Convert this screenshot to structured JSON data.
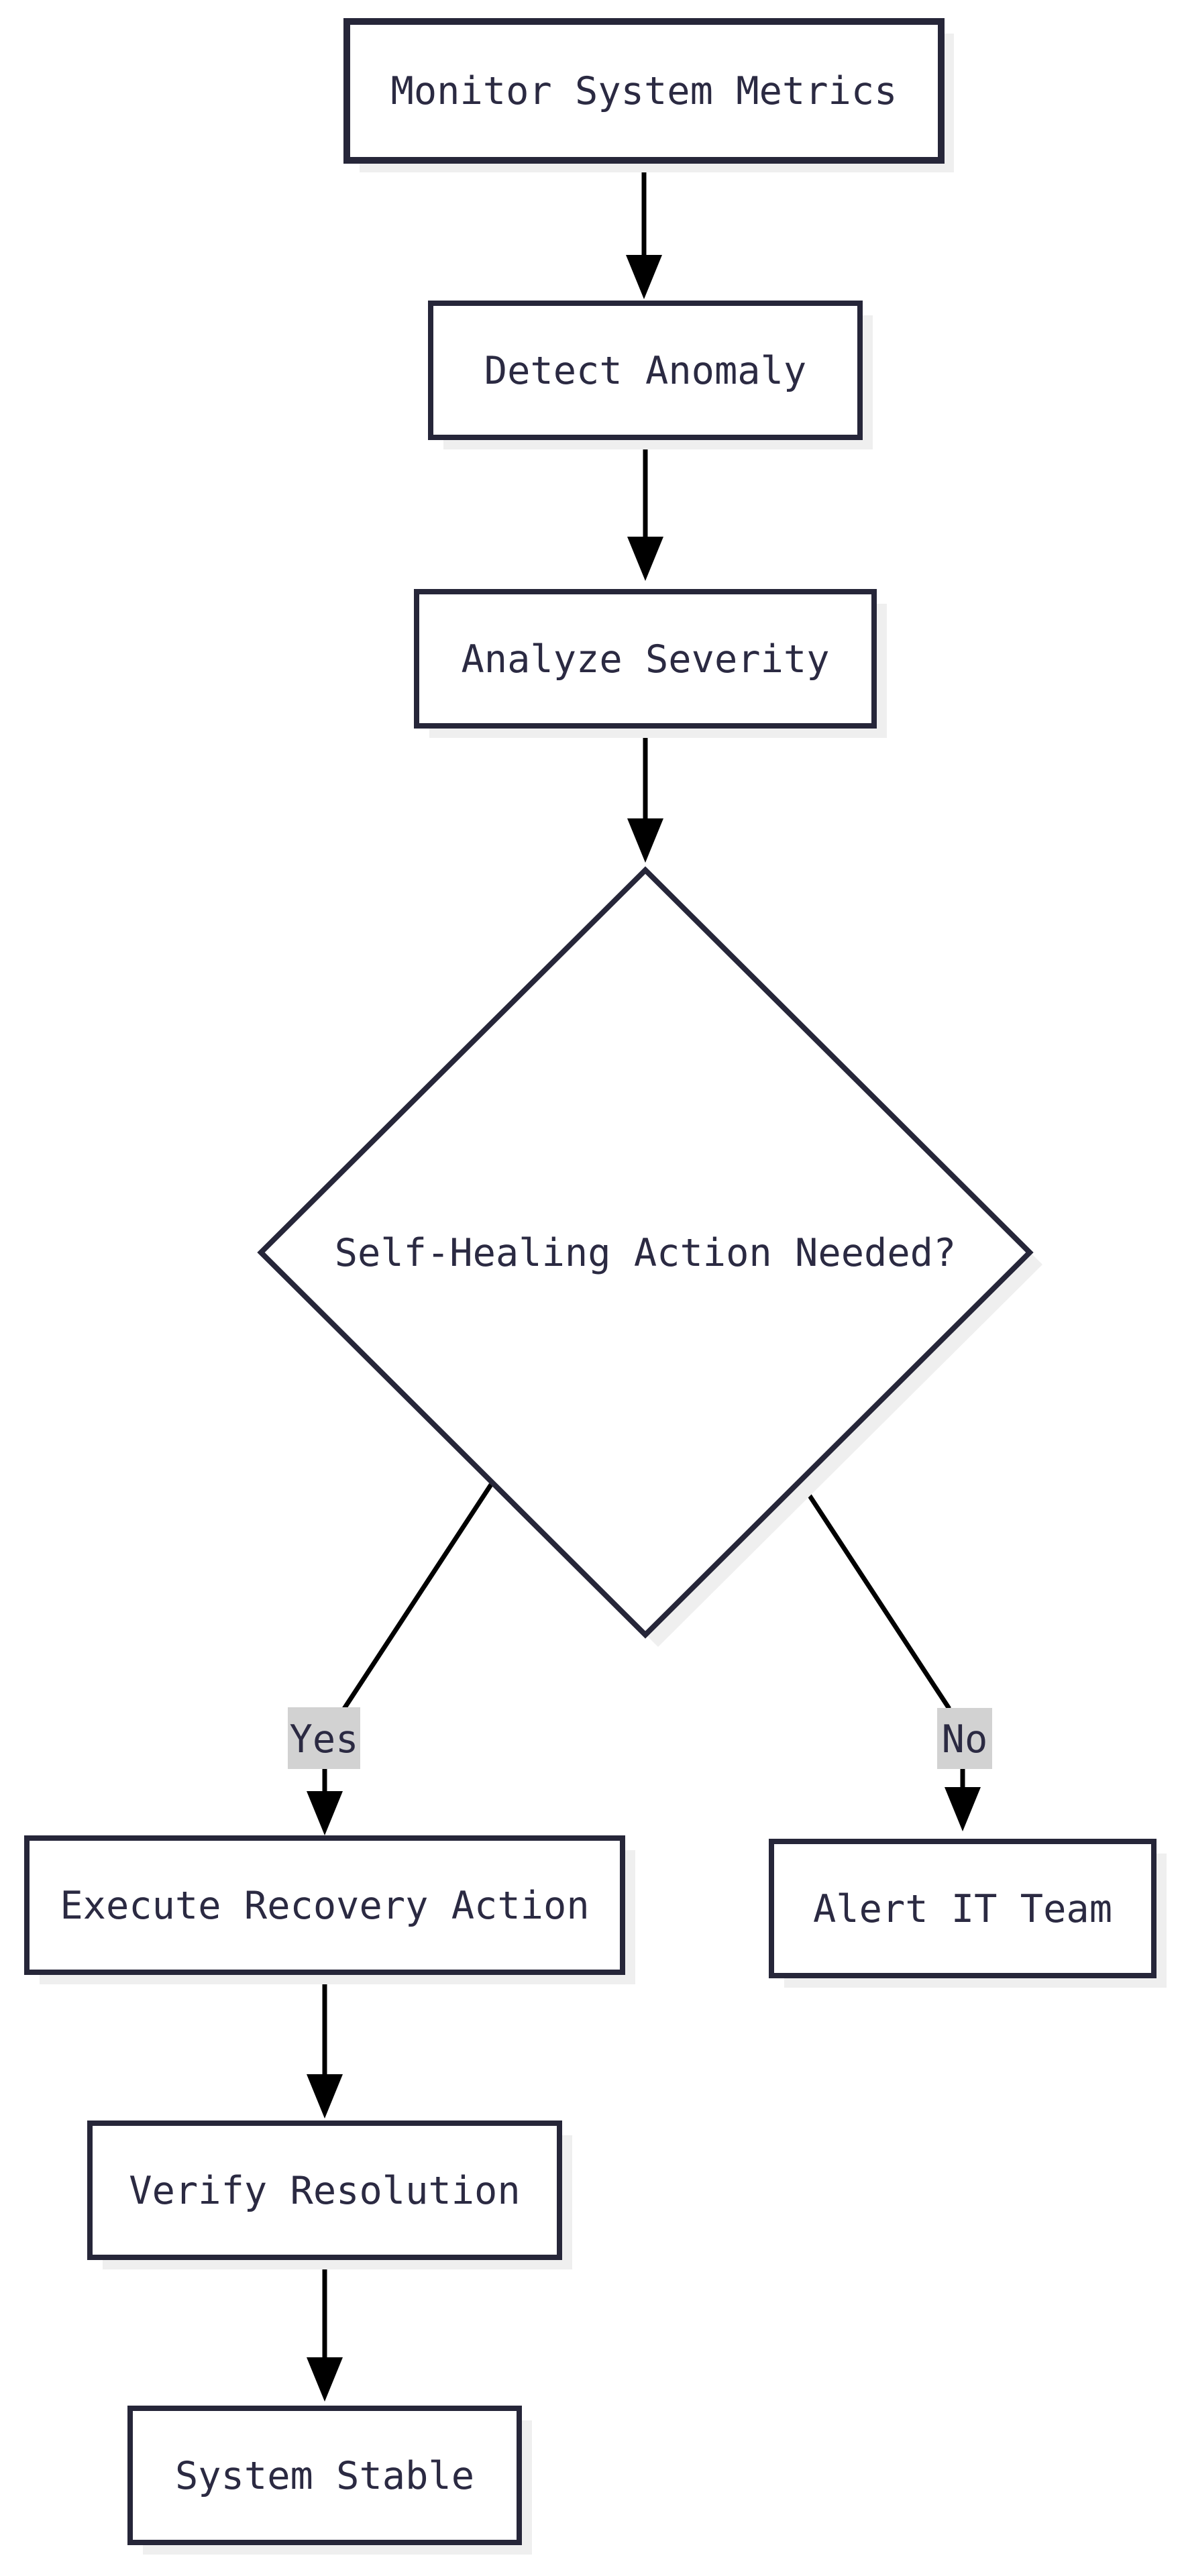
{
  "diagram": {
    "type": "flowchart",
    "direction": "top-down",
    "background_color": "#ffffff",
    "node_border_color": "#262639",
    "node_fill_color": "#ffffff",
    "node_text_color": "#2b2a42",
    "edge_color": "#000000",
    "edge_label_background": "#d2d2d2",
    "shadow_color": "#efefef",
    "nodes": [
      {
        "id": "monitor",
        "shape": "rectangle",
        "label": "Monitor System Metrics"
      },
      {
        "id": "detect",
        "shape": "rectangle",
        "label": "Detect Anomaly"
      },
      {
        "id": "analyze",
        "shape": "rectangle",
        "label": "Analyze Severity"
      },
      {
        "id": "decision",
        "shape": "diamond",
        "label": "Self-Healing Action Needed?"
      },
      {
        "id": "execute",
        "shape": "rectangle",
        "label": "Execute Recovery Action"
      },
      {
        "id": "alert",
        "shape": "rectangle",
        "label": "Alert IT Team"
      },
      {
        "id": "verify",
        "shape": "rectangle",
        "label": "Verify Resolution"
      },
      {
        "id": "stable",
        "shape": "rectangle",
        "label": "System Stable"
      }
    ],
    "edges": [
      {
        "from": "monitor",
        "to": "detect",
        "label": ""
      },
      {
        "from": "detect",
        "to": "analyze",
        "label": ""
      },
      {
        "from": "analyze",
        "to": "decision",
        "label": ""
      },
      {
        "from": "decision",
        "to": "execute",
        "label": "Yes"
      },
      {
        "from": "decision",
        "to": "alert",
        "label": "No"
      },
      {
        "from": "execute",
        "to": "verify",
        "label": ""
      },
      {
        "from": "verify",
        "to": "stable",
        "label": ""
      }
    ]
  }
}
